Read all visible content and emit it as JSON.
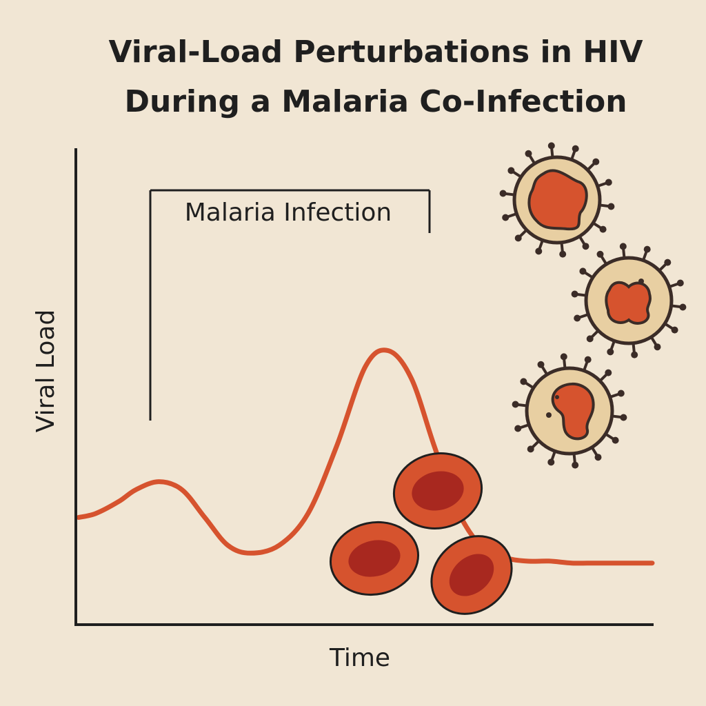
{
  "chart_data": {
    "type": "line",
    "title_lines": [
      "Viral-Load Perturbations in HIV",
      "During a Malaria Co-Infection"
    ],
    "xlabel": "Time",
    "ylabel": "Viral Load",
    "xlim": [
      0,
      100
    ],
    "ylim": [
      0,
      100
    ],
    "grid": false,
    "series": [
      {
        "color": "#D6532E",
        "x": [
          0,
          3,
          7,
          10,
          14,
          18,
          22,
          26,
          30,
          35,
          40,
          45,
          50,
          54,
          58,
          62,
          66,
          70,
          74,
          78,
          82,
          86,
          90,
          94,
          100
        ],
        "y": [
          27,
          28,
          31,
          34,
          36,
          34,
          27,
          20,
          18,
          20,
          28,
          45,
          65,
          69,
          62,
          45,
          29,
          20,
          17,
          16,
          16,
          15.5,
          15.5,
          15.5,
          15.5
        ]
      }
    ],
    "annotations": [
      {
        "label": "Malaria Infection",
        "x_start": 13,
        "x_end": 61
      }
    ]
  },
  "colors": {
    "background": "#F1E6D4",
    "curve": "#D6532E",
    "axis": "#1F1F1F",
    "rbc_fill": "#D6532E",
    "rbc_center": "#A8281F",
    "virus_body": "#E8CFA2",
    "virus_core": "#D6532E",
    "virus_outline": "#3B2C27"
  },
  "icons": {
    "virus": "hiv-virus-icon",
    "rbc": "red-blood-cell-icon"
  }
}
